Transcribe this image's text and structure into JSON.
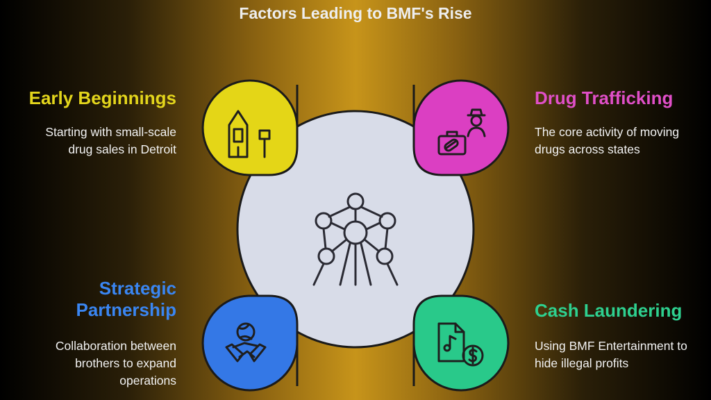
{
  "title": "Factors Leading to BMF's Rise",
  "center": {
    "icon": "atomium-structure-icon",
    "color": "#d8dce8"
  },
  "factors": [
    {
      "title": "Early Beginnings",
      "description": "Starting with small-scale drug sales in Detroit",
      "color": "#e4d617",
      "title_color": "#e3d51c",
      "icon": "house-signpost-icon"
    },
    {
      "title": "Drug Trafficking",
      "description": "The core activity of moving drugs across states",
      "color": "#db3fc2",
      "title_color": "#e04fc8",
      "icon": "suitcase-pill-smuggler-icon"
    },
    {
      "title": "Strategic Partnership",
      "description": "Collaboration between brothers to expand operations",
      "color": "#3478e6",
      "title_color": "#3a86f2",
      "icon": "handshake-globe-icon"
    },
    {
      "title": "Cash Laundering",
      "description": "Using BMF Entertainment to hide illegal profits",
      "color": "#29c98a",
      "title_color": "#2ed08f",
      "icon": "music-file-dollar-icon"
    }
  ]
}
